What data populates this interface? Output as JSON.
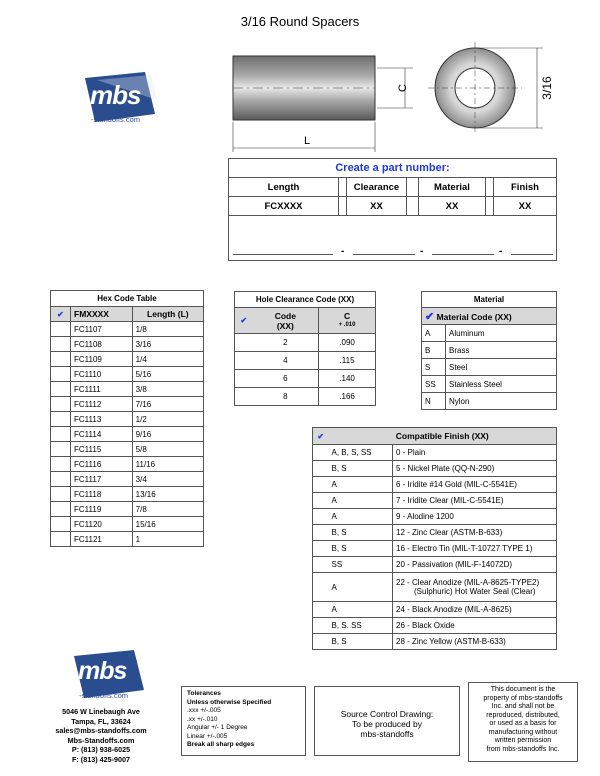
{
  "title": "3/16 Round Spacers",
  "drawing": {
    "dim_c": "C",
    "dim_l": "L",
    "dim_od": "3/16"
  },
  "logo": {
    "mark": "mbs",
    "sub": "-standoffs.com"
  },
  "part_number": {
    "title": "Create a part number:",
    "headers": [
      "Length",
      "Clearance",
      "Material",
      "Finish"
    ],
    "codes": [
      "FCXXXX",
      "XX",
      "XX",
      "XX"
    ],
    "dash": "-"
  },
  "hex_table": {
    "title": "Hex Code Table",
    "check": "✔",
    "col1": "FMXXXX",
    "col2": "Length (L)",
    "rows": [
      [
        "FC1107",
        "1/8"
      ],
      [
        "FC1108",
        "3/16"
      ],
      [
        "FC1109",
        "1/4"
      ],
      [
        "FC1110",
        "5/16"
      ],
      [
        "FC1111",
        "3/8"
      ],
      [
        "FC1112",
        "7/16"
      ],
      [
        "FC1113",
        "1/2"
      ],
      [
        "FC1114",
        "9/16"
      ],
      [
        "FC1115",
        "5/8"
      ],
      [
        "FC1116",
        "11/16"
      ],
      [
        "FC1117",
        "3/4"
      ],
      [
        "FC1118",
        "13/16"
      ],
      [
        "FC1119",
        "7/8"
      ],
      [
        "FC1120",
        "15/16"
      ],
      [
        "FC1121",
        "1"
      ]
    ]
  },
  "clearance_table": {
    "title": "Hole Clearance Code (XX)",
    "col1a": "Code",
    "col1b": "(XX)",
    "col2a": "C",
    "col2b": "+ .010",
    "rows": [
      [
        "2",
        ".090"
      ],
      [
        "4",
        ".115"
      ],
      [
        "6",
        ".140"
      ],
      [
        "8",
        ".166"
      ]
    ]
  },
  "material_table": {
    "title": "Material",
    "sub": "Material Code (XX)",
    "rows": [
      [
        "A",
        "Aluminum"
      ],
      [
        "B",
        "Brass"
      ],
      [
        "S",
        "Steel"
      ],
      [
        "SS",
        "Stainless Steel"
      ],
      [
        "N",
        "Nylon"
      ]
    ]
  },
  "finish_table": {
    "title": "Compatible Finish (XX)",
    "rows": [
      [
        "A, B, S, SS",
        "0 -  Plain",
        ""
      ],
      [
        "B, S",
        "5 -  Nickel Plate (QQ-N-290)",
        ""
      ],
      [
        "A",
        "6 -  Iridite #14 Gold  (MIL-C-5541E)",
        ""
      ],
      [
        "A",
        "7 -  Iridite Clear  (MIL-C-5541E)",
        ""
      ],
      [
        "A",
        "9  -  Alodine 1200",
        ""
      ],
      [
        "B, S",
        "12 - Zinc Clear (ASTM-B-633)",
        ""
      ],
      [
        "B, S",
        "16 - Electro Tin (MIL-T-10727 TYPE 1)",
        ""
      ],
      [
        "SS",
        "20 - Passivation (MIL-F-14072D)",
        ""
      ],
      [
        "A",
        "22 - Clear Anodize (MIL-A-8625-TYPE2)",
        "(Sulphuric) Hot Water Seal (Clear)"
      ],
      [
        "A",
        "24 - Black Anodize (MIL-A-8625)",
        ""
      ],
      [
        "B, S. SS",
        "26 - Black Oxide",
        ""
      ],
      [
        "B, S",
        "28 - Zinc Yellow (ASTM-B-633)",
        ""
      ]
    ]
  },
  "address": [
    "5046 W Linebaugh Ave",
    "Tampa, FL, 33624",
    "sales@mbs-standoffs.com",
    "Mbs-Standoffs.com",
    "P: (813) 938-6025",
    "F: (813) 425-9007"
  ],
  "tolerances": {
    "title": "Tolerances",
    "sub": "Unless otherwise Specified",
    "lines": [
      ".xxx +/-.005",
      ".xx +/-.010",
      "Angular +/- 1 Degree",
      "Linear +/-.005"
    ],
    "last": "Break all sharp edges"
  },
  "source": [
    "Source Control Drawing:",
    "To be produced by",
    "mbs-standoffs"
  ],
  "document_note": [
    "This document is the",
    "property of mbs-standoffs",
    "Inc. and shall not be",
    "reproduced, distributed,",
    "or used as a basis for",
    "manufacturing without",
    "written permission",
    "from mbs-standoffs Inc."
  ],
  "colors": {
    "accent": "#1f3ad6",
    "logo_blue": "#2a4d8f",
    "header_gray": "#d8d8d8"
  }
}
